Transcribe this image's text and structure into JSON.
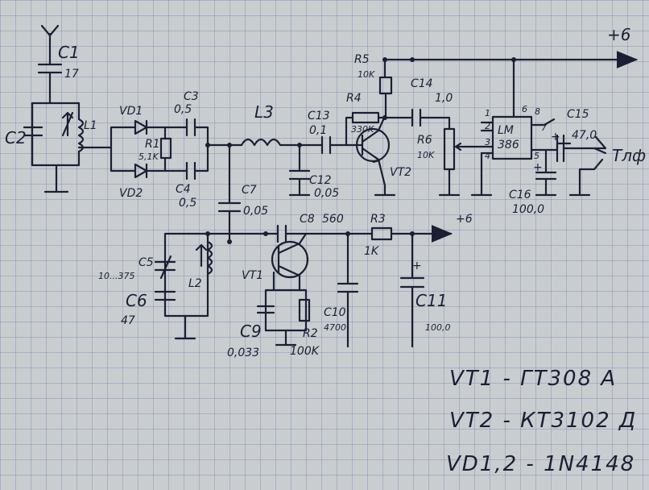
{
  "supply": {
    "main": "+6",
    "oscillator": "+6"
  },
  "components": {
    "C1": {
      "ref": "C1",
      "value": "17"
    },
    "C2": {
      "ref": "C2"
    },
    "L1": {
      "ref": "L1"
    },
    "VD1": {
      "ref": "VD1"
    },
    "VD2": {
      "ref": "VD2"
    },
    "R1": {
      "ref": "R1",
      "value": "5,1K"
    },
    "C3": {
      "ref": "C3",
      "value": "0,5"
    },
    "C4": {
      "ref": "C4",
      "value": "0,5"
    },
    "L3": {
      "ref": "L3"
    },
    "C13": {
      "ref": "C13",
      "value": "0,1"
    },
    "C12": {
      "ref": "C12",
      "value": "0,05"
    },
    "R4": {
      "ref": "R4",
      "value": "330K"
    },
    "R5": {
      "ref": "R5",
      "value": "10K"
    },
    "C14": {
      "ref": "C14",
      "value": "1,0"
    },
    "VT2": {
      "ref": "VT2"
    },
    "R6": {
      "ref": "R6",
      "value": "10K"
    },
    "IC": {
      "line1": "LM",
      "line2": "386"
    },
    "C15": {
      "ref": "C15",
      "value": "47,0"
    },
    "C16": {
      "ref": "C16",
      "value": "100,0"
    },
    "phones": {
      "label": "Тлф"
    },
    "C7": {
      "ref": "C7",
      "value": "0,05"
    },
    "C8": {
      "ref": "C8",
      "value": "560"
    },
    "R3": {
      "ref": "R3",
      "value": "1K"
    },
    "C5": {
      "ref": "C5",
      "value": "10...375"
    },
    "C6": {
      "ref": "C6",
      "value": "47"
    },
    "L2": {
      "ref": "L2"
    },
    "VT1": {
      "ref": "VT1"
    },
    "C9": {
      "ref": "C9",
      "value": "0,033"
    },
    "R2": {
      "ref": "R2",
      "value": "100K"
    },
    "C10": {
      "ref": "C10",
      "value": "4700"
    },
    "C11": {
      "ref": "C11",
      "value": "100,0"
    }
  },
  "ic_pins": [
    "1",
    "2",
    "3",
    "4",
    "5",
    "6",
    "7",
    "8"
  ],
  "polarity_plus": "+",
  "notes": [
    {
      "line": "VT1 - ГТ308 А"
    },
    {
      "line": "VT2 - КТ3102 Д"
    },
    {
      "line": "VD1,2 - 1N4148"
    }
  ]
}
